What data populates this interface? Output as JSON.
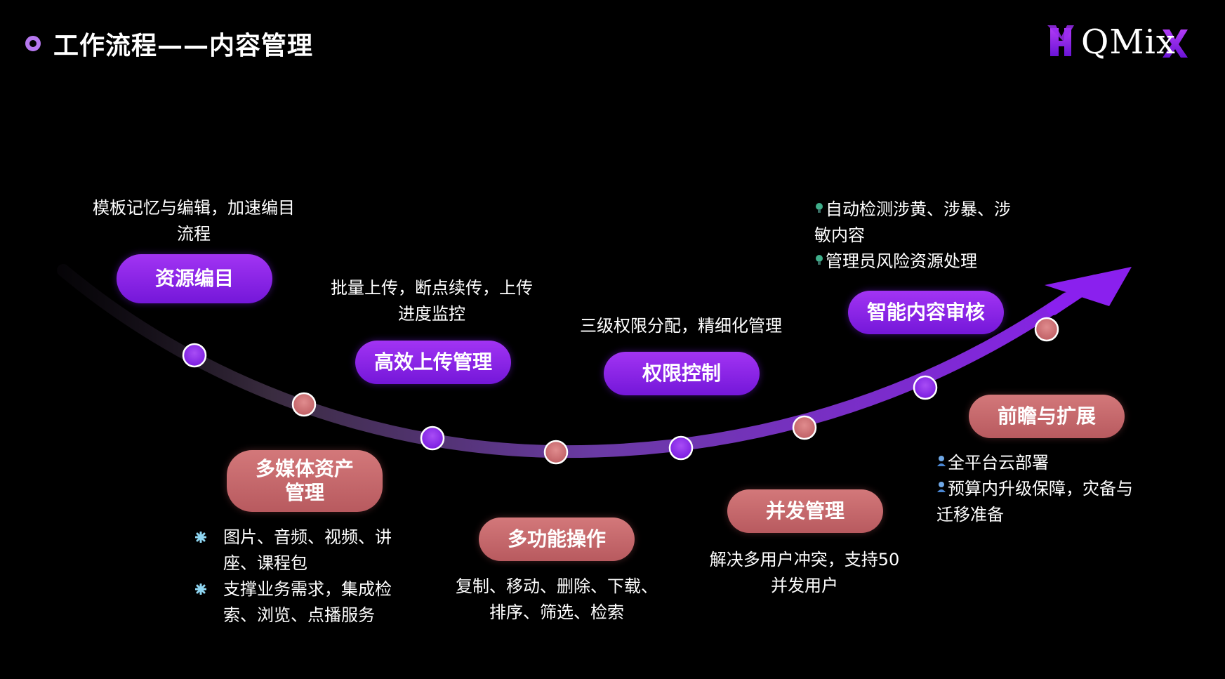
{
  "header": {
    "title": "工作流程——内容管理"
  },
  "logo": {
    "text": "QMix"
  },
  "colors": {
    "background": "#000000",
    "accent_purple": "#8a22ee",
    "accent_pink": "#c56a6e",
    "title_dot": "#b678ef",
    "bullet_cyan": "#8fd6f2"
  },
  "steps": [
    {
      "label": "资源编目",
      "style": "purple",
      "desc": [
        "模板记忆与编辑，加速编目",
        "流程"
      ]
    },
    {
      "label_lines": [
        "多媒体资产",
        "管理"
      ],
      "style": "pink",
      "bullets": [
        "图片、音频、视频、讲座、课程包",
        "支撑业务需求，集成检索、浏览、点播服务"
      ],
      "bullet_lines": [
        [
          "图片、音频、视频、讲",
          "座、课程包"
        ],
        [
          "支撑业务需求，集成检",
          "索、浏览、点播服务"
        ]
      ]
    },
    {
      "label": "高效上传管理",
      "style": "purple",
      "desc": [
        "批量上传，断点续传，上传",
        "进度监控"
      ]
    },
    {
      "label": "多功能操作",
      "style": "pink",
      "desc": [
        "复制、移动、删除、下载、",
        "排序、筛选、检索"
      ]
    },
    {
      "label": "权限控制",
      "style": "purple",
      "desc": [
        "三级权限分配，精细化管理"
      ]
    },
    {
      "label": "并发管理",
      "style": "pink",
      "desc": [
        "解决多用户冲突，支持50",
        "并发用户"
      ]
    },
    {
      "label": "智能内容审核",
      "style": "purple",
      "bullet_lines": [
        [
          "自动检测涉黄、涉暴、涉",
          "敏内容"
        ],
        [
          "管理员风险资源处理"
        ]
      ]
    },
    {
      "label": "前瞻与扩展",
      "style": "pink",
      "bullet_lines": [
        [
          "全平台云部署"
        ],
        [
          "预算内升级保障，灾备与",
          "迁移准备"
        ]
      ]
    }
  ]
}
